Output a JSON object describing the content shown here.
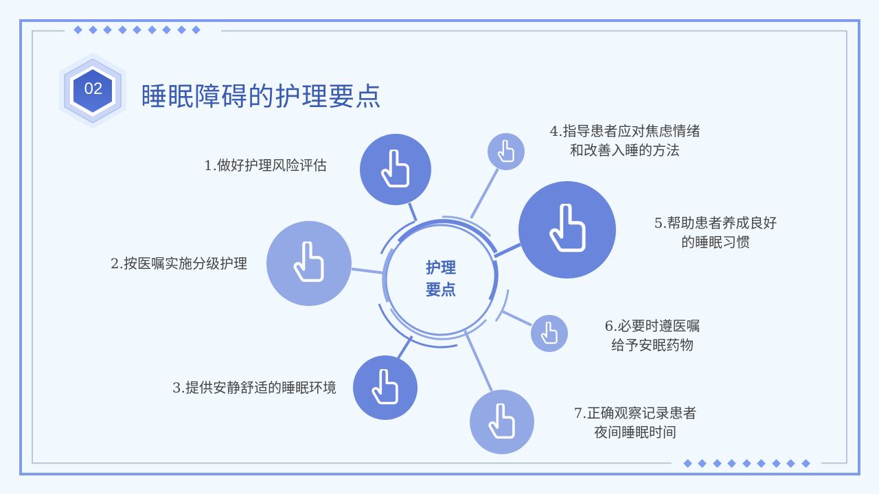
{
  "header": {
    "badge_number": "02",
    "title": "睡眠障碍的护理要点"
  },
  "center": {
    "line1": "护理",
    "line2": "要点"
  },
  "items": [
    {
      "id": 1,
      "line1": "1.做好护理风险评估",
      "line2": ""
    },
    {
      "id": 2,
      "line1": "2.按医嘱实施分级护理",
      "line2": ""
    },
    {
      "id": 3,
      "line1": "3.提供安静舒适的睡眠环境",
      "line2": ""
    },
    {
      "id": 4,
      "line1": "4.指导患者应对焦虑情绪",
      "line2": "和改善入睡的方法"
    },
    {
      "id": 5,
      "line1": "5.帮助患者养成良好",
      "line2": "的睡眠习惯"
    },
    {
      "id": 6,
      "line1": "6.必要时遵医嘱",
      "line2": "给予安眠药物"
    },
    {
      "id": 7,
      "line1": "7.正确观察记录患者",
      "line2": "夜间睡眠时间"
    }
  ],
  "icons": {
    "node_icon": "pointing-hand-icon",
    "decor": "diamond-icon"
  },
  "colors": {
    "background": "#f1f8fe",
    "frame": "#7e9cea",
    "inner_line": "#9aaccf",
    "node_dark": "#6a86dc",
    "node_light": "#93a9e6",
    "title": "#3a5bb0",
    "diamond": "#7b9cf0"
  }
}
